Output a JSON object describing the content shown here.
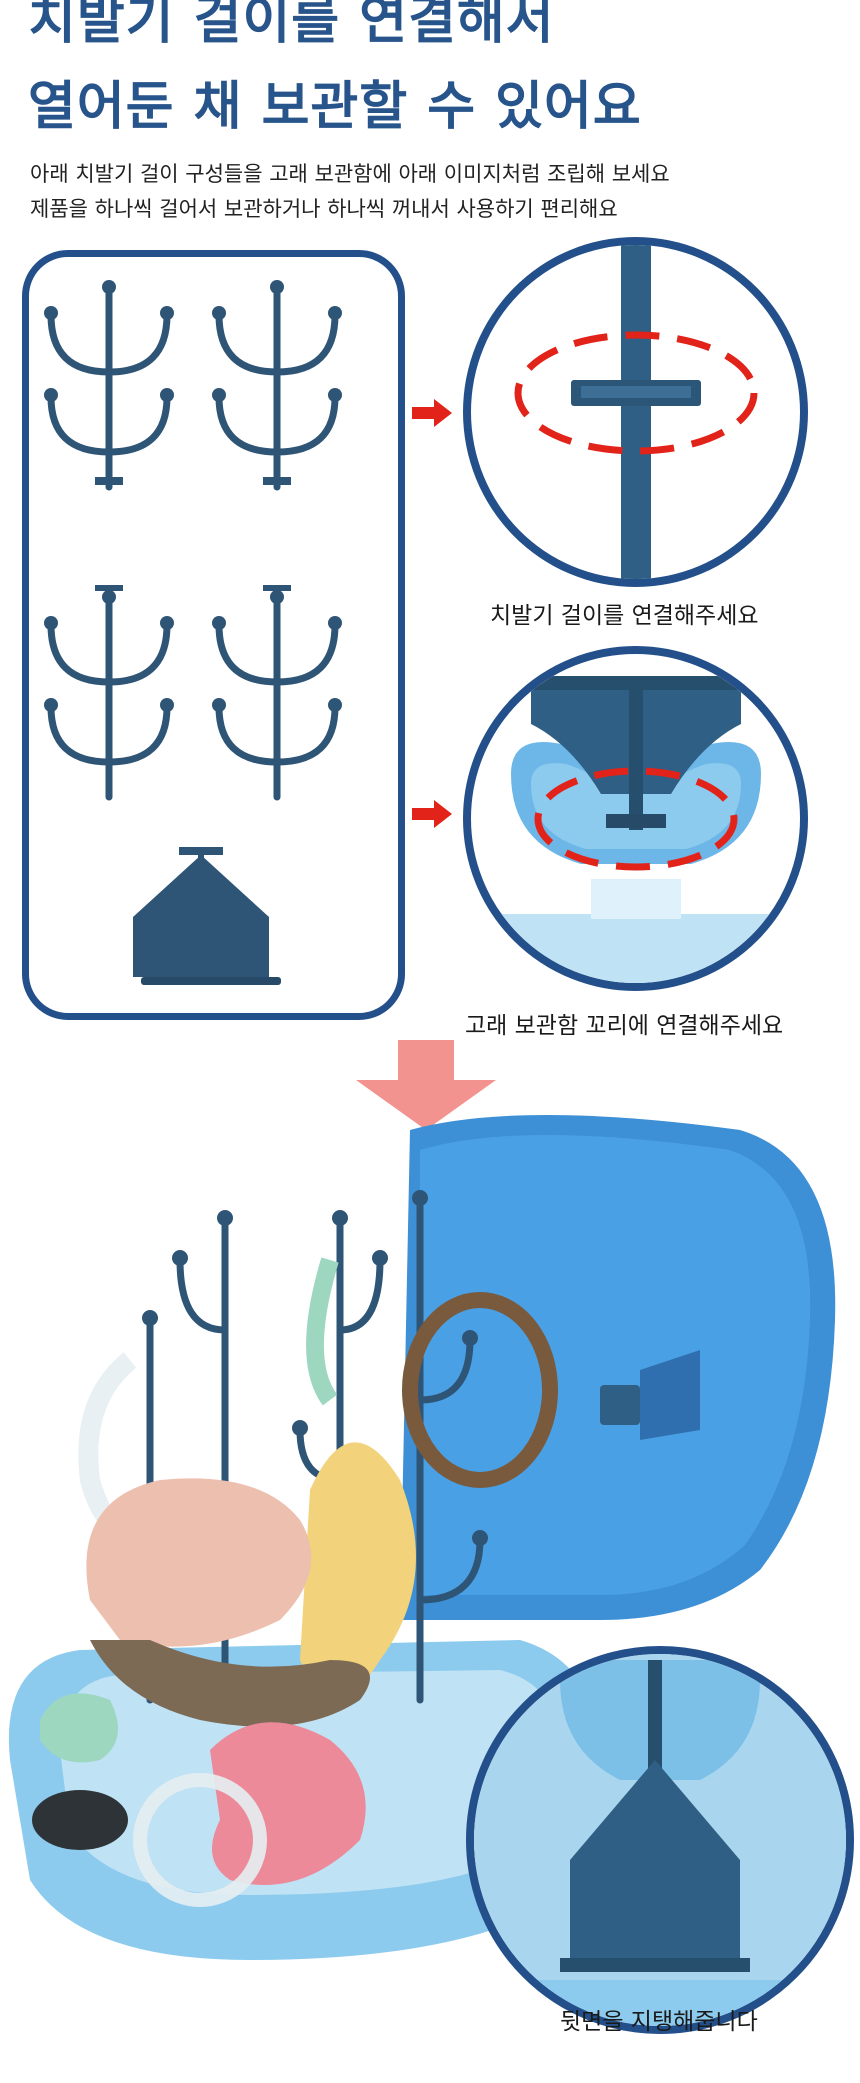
{
  "heading": {
    "line1": "치발기 걸이를 연결해서",
    "line2": "열어둔 채 보관할 수 있어요"
  },
  "description": {
    "line1": "아래 치발기 걸이 구성들을 고래 보관함에 아래 이미지처럼 조립해 보세요",
    "line2": "제품을 하나씩 걸어서 보관하거나 하나씩 꺼내서 사용하기 편리해요"
  },
  "steps": [
    {
      "caption": "치발기 걸이를 연결해주세요"
    },
    {
      "caption": "고래 보관함 꼬리에 연결해주세요"
    }
  ],
  "result": {
    "caption": "뒷면을 지탱해줍니다"
  },
  "colors": {
    "navy": "#234f8a",
    "rack": "#2f5576",
    "accent_red": "#e2231a",
    "arrow_pink": "#f3938f",
    "case_blue": "#3d8fd6",
    "case_light": "#8ccbee"
  },
  "icons": [
    "rack-part-icon",
    "rack-base-icon",
    "arrow-right-icon",
    "arrow-down-icon"
  ]
}
